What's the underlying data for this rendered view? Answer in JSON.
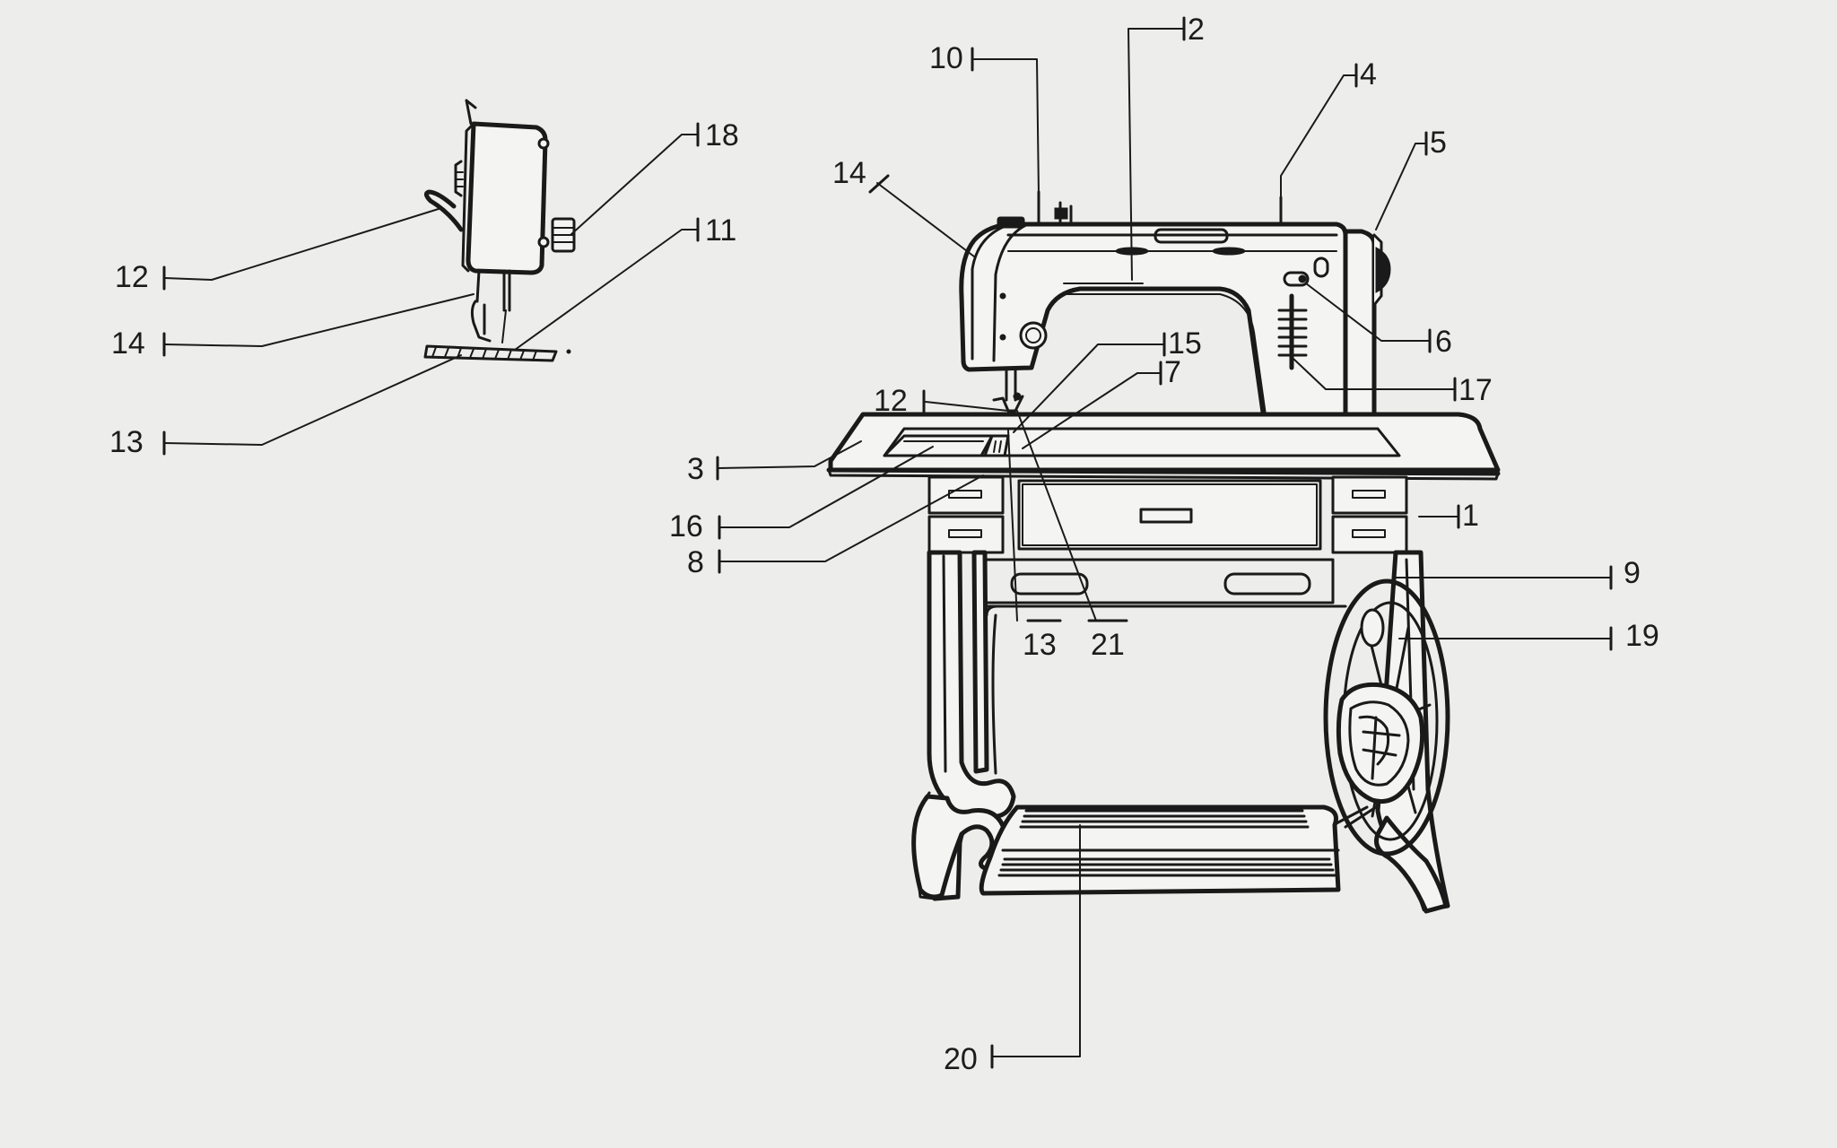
{
  "callouts": {
    "top_view": [
      {
        "id": "n12a",
        "label": "12"
      },
      {
        "id": "n14a",
        "label": "14"
      },
      {
        "id": "n13a",
        "label": "13"
      },
      {
        "id": "n18",
        "label": "18"
      },
      {
        "id": "n11",
        "label": "11"
      }
    ],
    "machine": [
      {
        "id": "n10",
        "label": "10"
      },
      {
        "id": "n2",
        "label": "2"
      },
      {
        "id": "n4",
        "label": "4"
      },
      {
        "id": "n5",
        "label": "5"
      },
      {
        "id": "n14b",
        "label": "14"
      },
      {
        "id": "n6",
        "label": "6"
      },
      {
        "id": "n17",
        "label": "17"
      },
      {
        "id": "n15",
        "label": "15"
      },
      {
        "id": "n7",
        "label": "7"
      },
      {
        "id": "n12b",
        "label": "12"
      },
      {
        "id": "n3",
        "label": "3"
      },
      {
        "id": "n16",
        "label": "16"
      },
      {
        "id": "n8",
        "label": "8"
      },
      {
        "id": "n1",
        "label": "1"
      },
      {
        "id": "n9",
        "label": "9"
      },
      {
        "id": "n13b",
        "label": "13"
      },
      {
        "id": "n21",
        "label": "21"
      },
      {
        "id": "n19",
        "label": "19"
      },
      {
        "id": "n20",
        "label": "20"
      }
    ]
  }
}
